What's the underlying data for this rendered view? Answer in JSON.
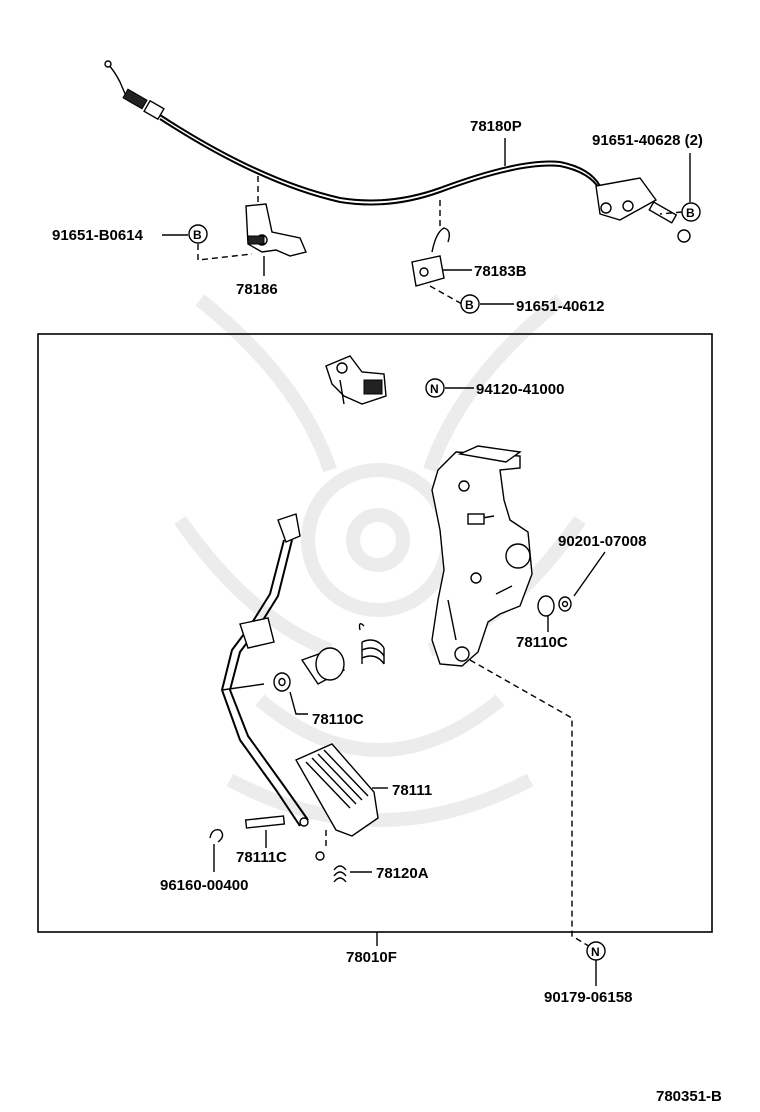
{
  "parts": {
    "cable": "78180P",
    "bolt_top_right": "91651-40628 (2)",
    "bolt_left": "91651-B0614",
    "bracket_left": "78186",
    "clamp": "78183B",
    "bolt_clamp": "91651-40612",
    "nut_top": "94120-41000",
    "washer_right": "90201-07008",
    "bushing_right": "78110C",
    "bushing_left": "78110C",
    "pedal_pad": "78111",
    "pin": "78111C",
    "clip": "96160-00400",
    "spring": "78120A",
    "assembly": "78010F",
    "nut_bottom": "90179-06158"
  },
  "markers": {
    "b": "B",
    "n": "N"
  },
  "diagram_code": "780351-B"
}
